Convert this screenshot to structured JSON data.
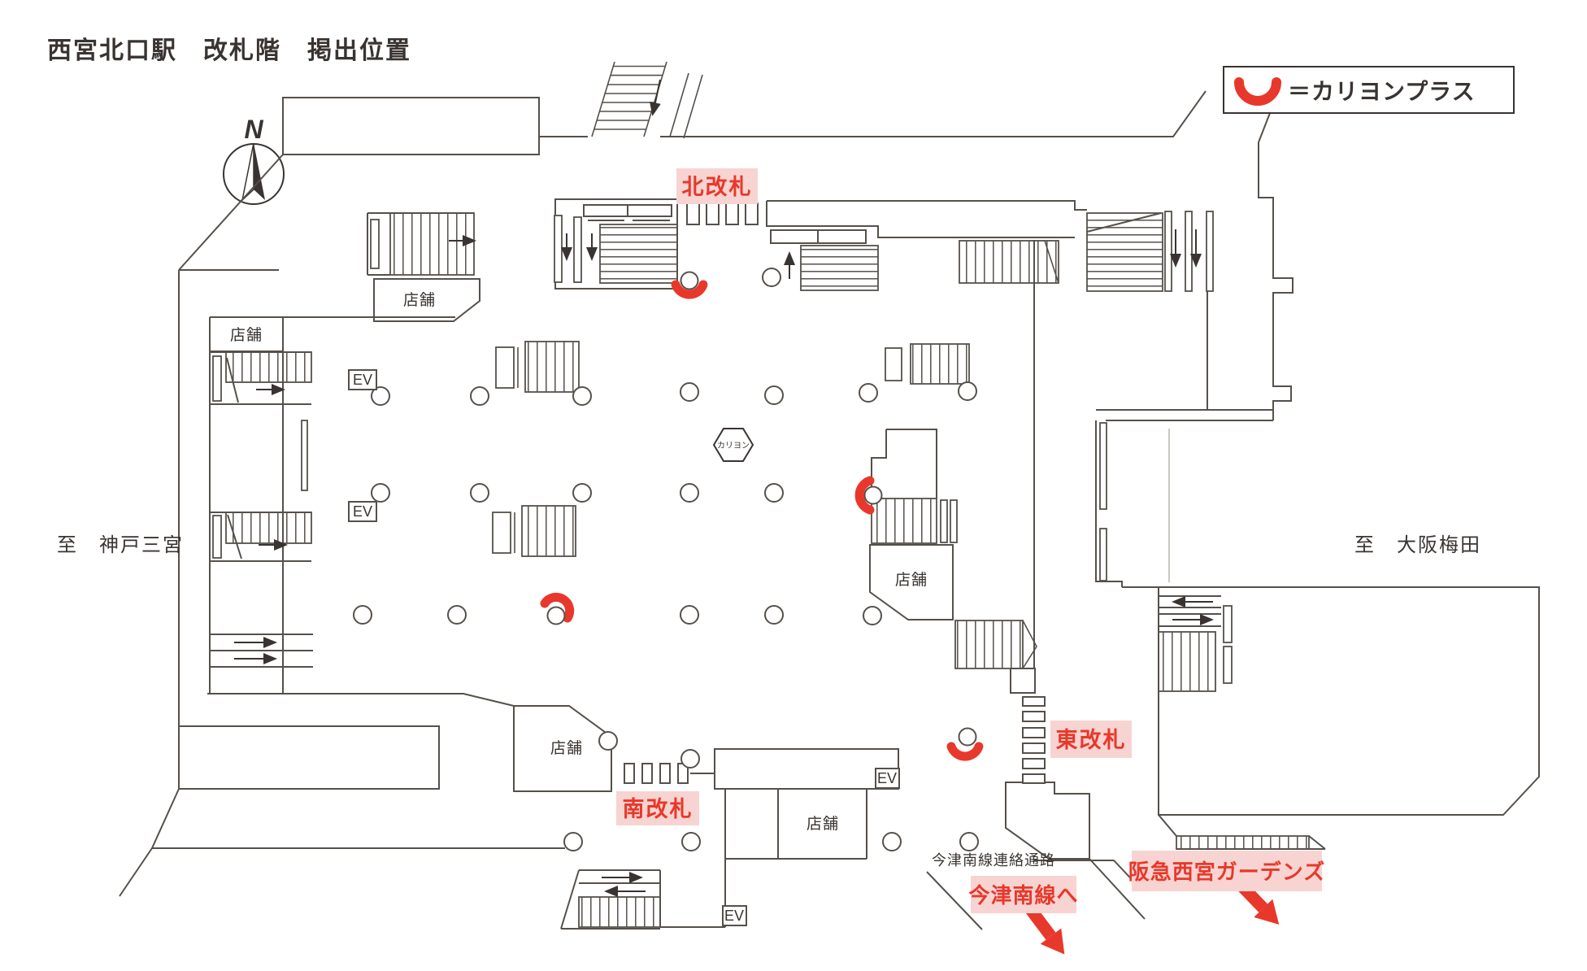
{
  "page_title": "西宮北口駅　改札階　掲出位置",
  "legend": {
    "symbol": "kariyon-plus-arc",
    "label": "＝カリヨンプラス"
  },
  "compass": {
    "north": "N"
  },
  "directions": {
    "west": "至　神戸三宮",
    "east": "至　大阪梅田"
  },
  "gates": {
    "north": "北改札",
    "south": "南改札",
    "east": "東改札"
  },
  "destinations": {
    "imazu_minami_line": "今津南線へ",
    "gardens": "阪急西宮ガーデンズ"
  },
  "passage": {
    "label": "今津南線連絡通路"
  },
  "facilities": {
    "shop": "店舗",
    "elevator": "EV",
    "carillon": "カリヨン"
  },
  "markers": {
    "name": "カリヨンプラス",
    "count_on_map": 4
  },
  "colors": {
    "accent_red": "#e8382b",
    "label_pink": "#f7d4d1",
    "line": "#56504a",
    "text": "#393431"
  }
}
